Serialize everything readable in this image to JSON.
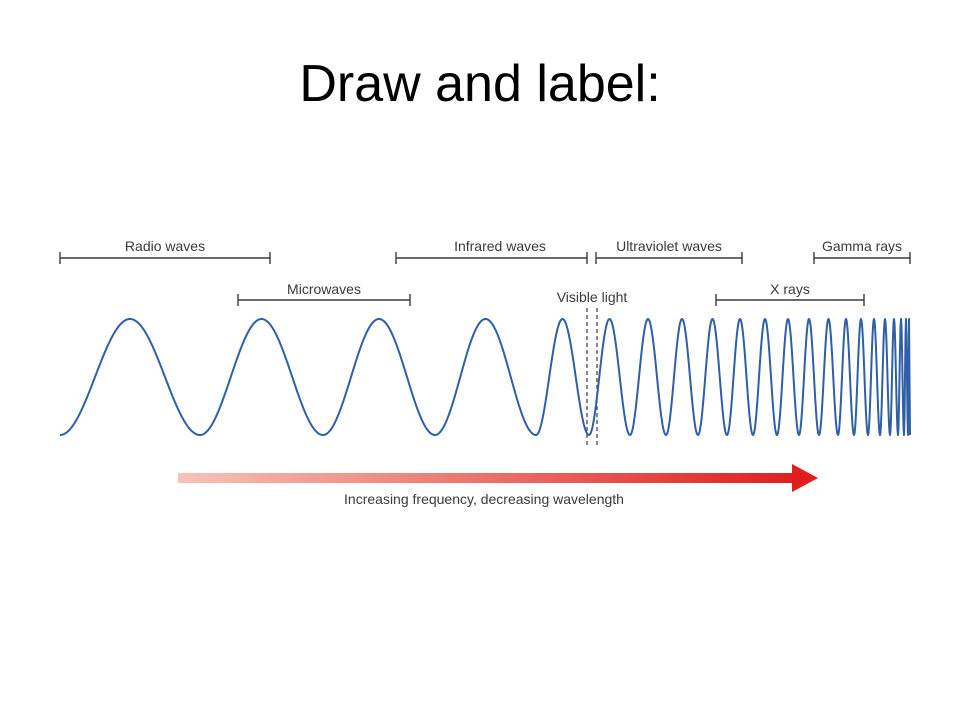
{
  "slide": {
    "title": "Draw and label:"
  },
  "spectrum": {
    "bands": [
      {
        "id": "radio",
        "label": "Radio waves"
      },
      {
        "id": "microwaves",
        "label": "Microwaves"
      },
      {
        "id": "infrared",
        "label": "Infrared waves"
      },
      {
        "id": "visible",
        "label": "Visible light"
      },
      {
        "id": "ultraviolet",
        "label": "Ultraviolet waves"
      },
      {
        "id": "xrays",
        "label": "X rays"
      },
      {
        "id": "gamma",
        "label": "Gamma rays"
      }
    ],
    "arrow_caption": "Increasing frequency, decreasing wavelength",
    "colors": {
      "wave": "#2f5fa7",
      "bracket": "#3a3a3a",
      "arrow": "#e01e1e",
      "arrow_fade": "#f6c3b8"
    }
  }
}
